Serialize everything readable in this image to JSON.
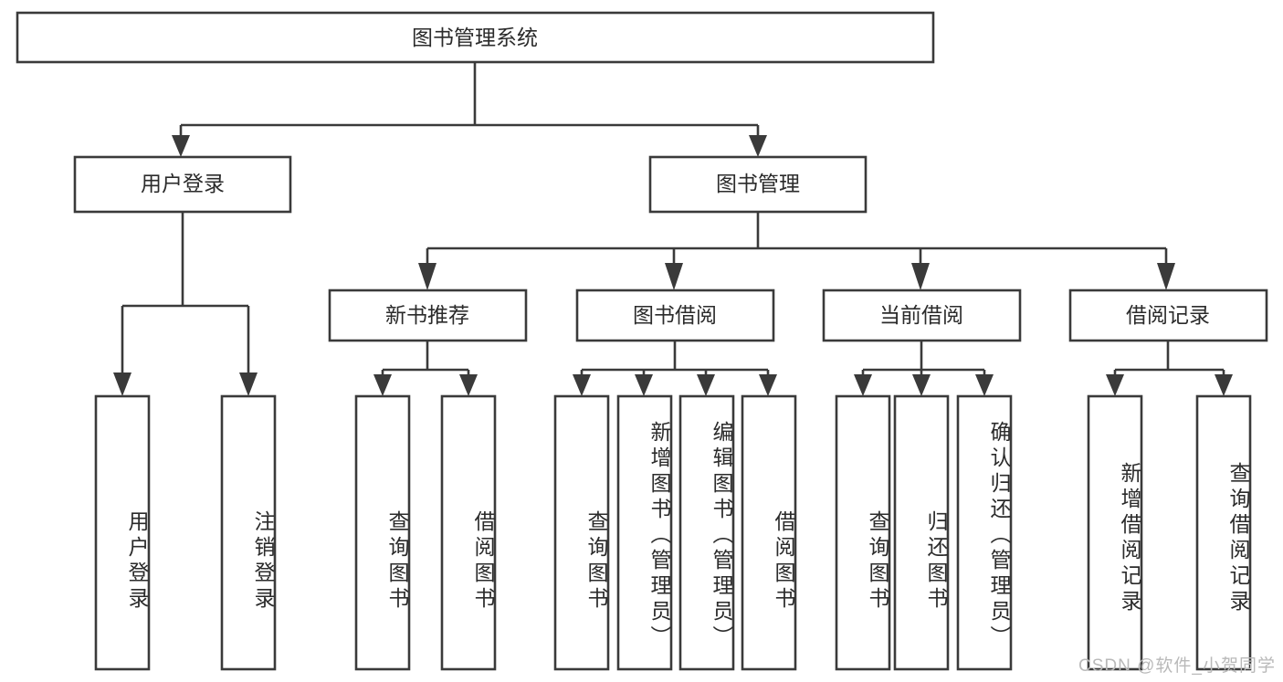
{
  "diagram": {
    "title": "图书管理系统",
    "watermark": "CSDN @软件_小贺同学",
    "colors": {
      "stroke": "#3a3a3a",
      "box_fill": "#ffffff",
      "text": "#2b2b2b",
      "watermark": "#b9b9b9",
      "background": "#ffffff"
    },
    "root": {
      "label": "图书管理系统"
    },
    "level1": [
      {
        "label": "用户登录"
      },
      {
        "label": "图书管理"
      }
    ],
    "level2": [
      {
        "label": "新书推荐"
      },
      {
        "label": "图书借阅"
      },
      {
        "label": "当前借阅"
      },
      {
        "label": "借阅记录"
      }
    ],
    "leaves": {
      "user_login": [
        {
          "label": "用户登录"
        },
        {
          "label": "注销登录"
        }
      ],
      "new_book_recommend": [
        {
          "label": "查询图书"
        },
        {
          "label": "借阅图书"
        }
      ],
      "book_borrow": [
        {
          "label": "查询图书"
        },
        {
          "label": "新增图书（管理员）"
        },
        {
          "label": "编辑图书（管理员）"
        },
        {
          "label": "借阅图书"
        }
      ],
      "current_borrow": [
        {
          "label": "查询图书"
        },
        {
          "label": "归还图书"
        },
        {
          "label": "确认归还（管理员）"
        }
      ],
      "borrow_record": [
        {
          "label": "新增借阅记录"
        },
        {
          "label": "查询借阅记录"
        }
      ]
    }
  }
}
